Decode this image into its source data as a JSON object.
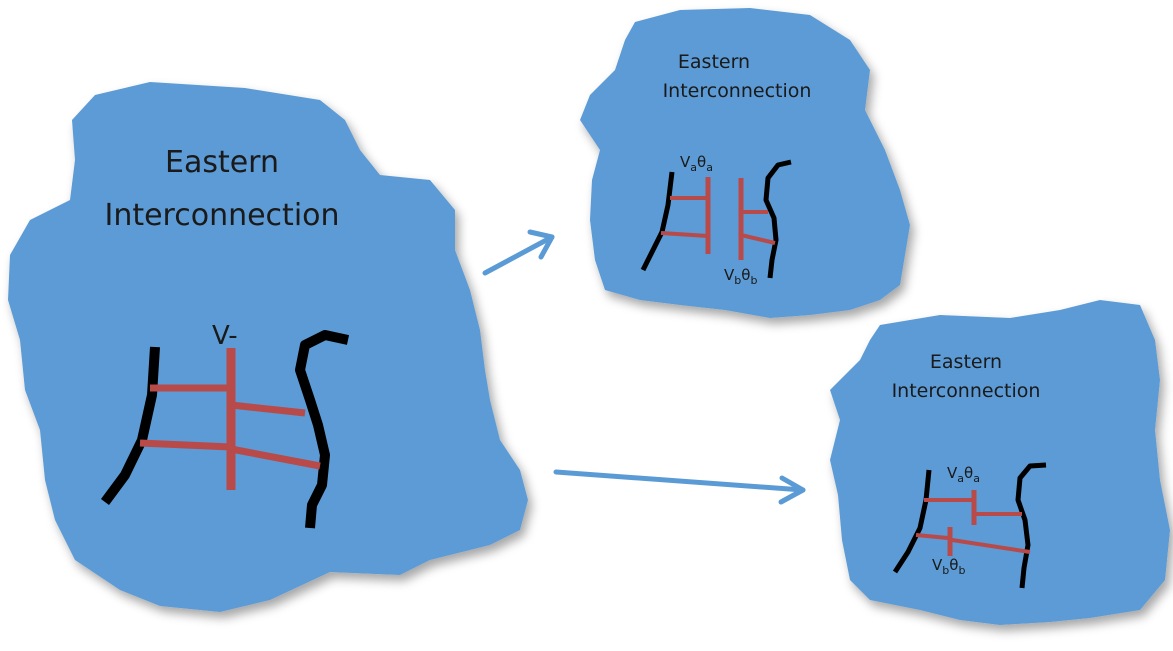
{
  "regions": {
    "main": {
      "title_line1": "Eastern",
      "title_line2": "Interconnection",
      "bus_label": "V-"
    },
    "split_top": {
      "title_line1": "Eastern",
      "title_line2": "Interconnection",
      "label_a": "V",
      "label_a_sub": "a",
      "label_a_theta": "θ",
      "label_a_theta_sub": "a",
      "label_b": "V",
      "label_b_sub": "b",
      "label_b_theta": "θ",
      "label_b_theta_sub": "b"
    },
    "split_bottom": {
      "title_line1": "Eastern",
      "title_line2": "Interconnection",
      "label_a": "V",
      "label_a_sub": "a",
      "label_a_theta": "θ",
      "label_a_theta_sub": "a",
      "label_b": "V",
      "label_b_sub": "b",
      "label_b_theta": "θ",
      "label_b_theta_sub": "b"
    }
  },
  "colors": {
    "region_fill": "#5b9bd5",
    "line_red": "#b84a4a",
    "wire_black": "#000000",
    "arrow": "#5b9bd5"
  }
}
